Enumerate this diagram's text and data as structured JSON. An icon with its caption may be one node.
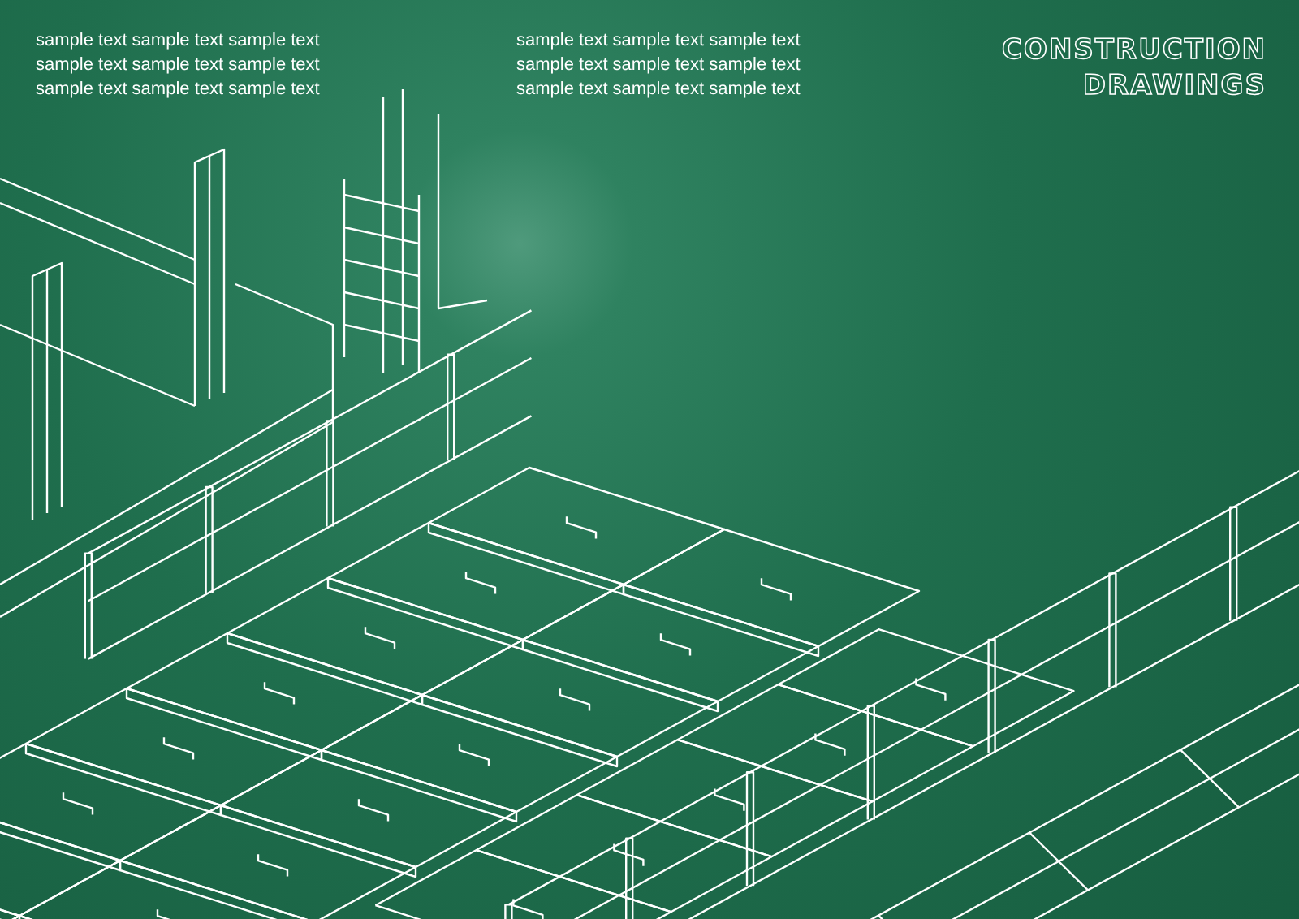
{
  "diagram": {
    "title": "CONSTRUCTION DRAWINGS",
    "labels": [
      "sample text sample text sample text",
      "sample text sample text sample text",
      "sample text sample text sample text",
      "sample text sample text sample text",
      "sample text sample text sample text",
      "sample text sample text sample text"
    ]
  }
}
